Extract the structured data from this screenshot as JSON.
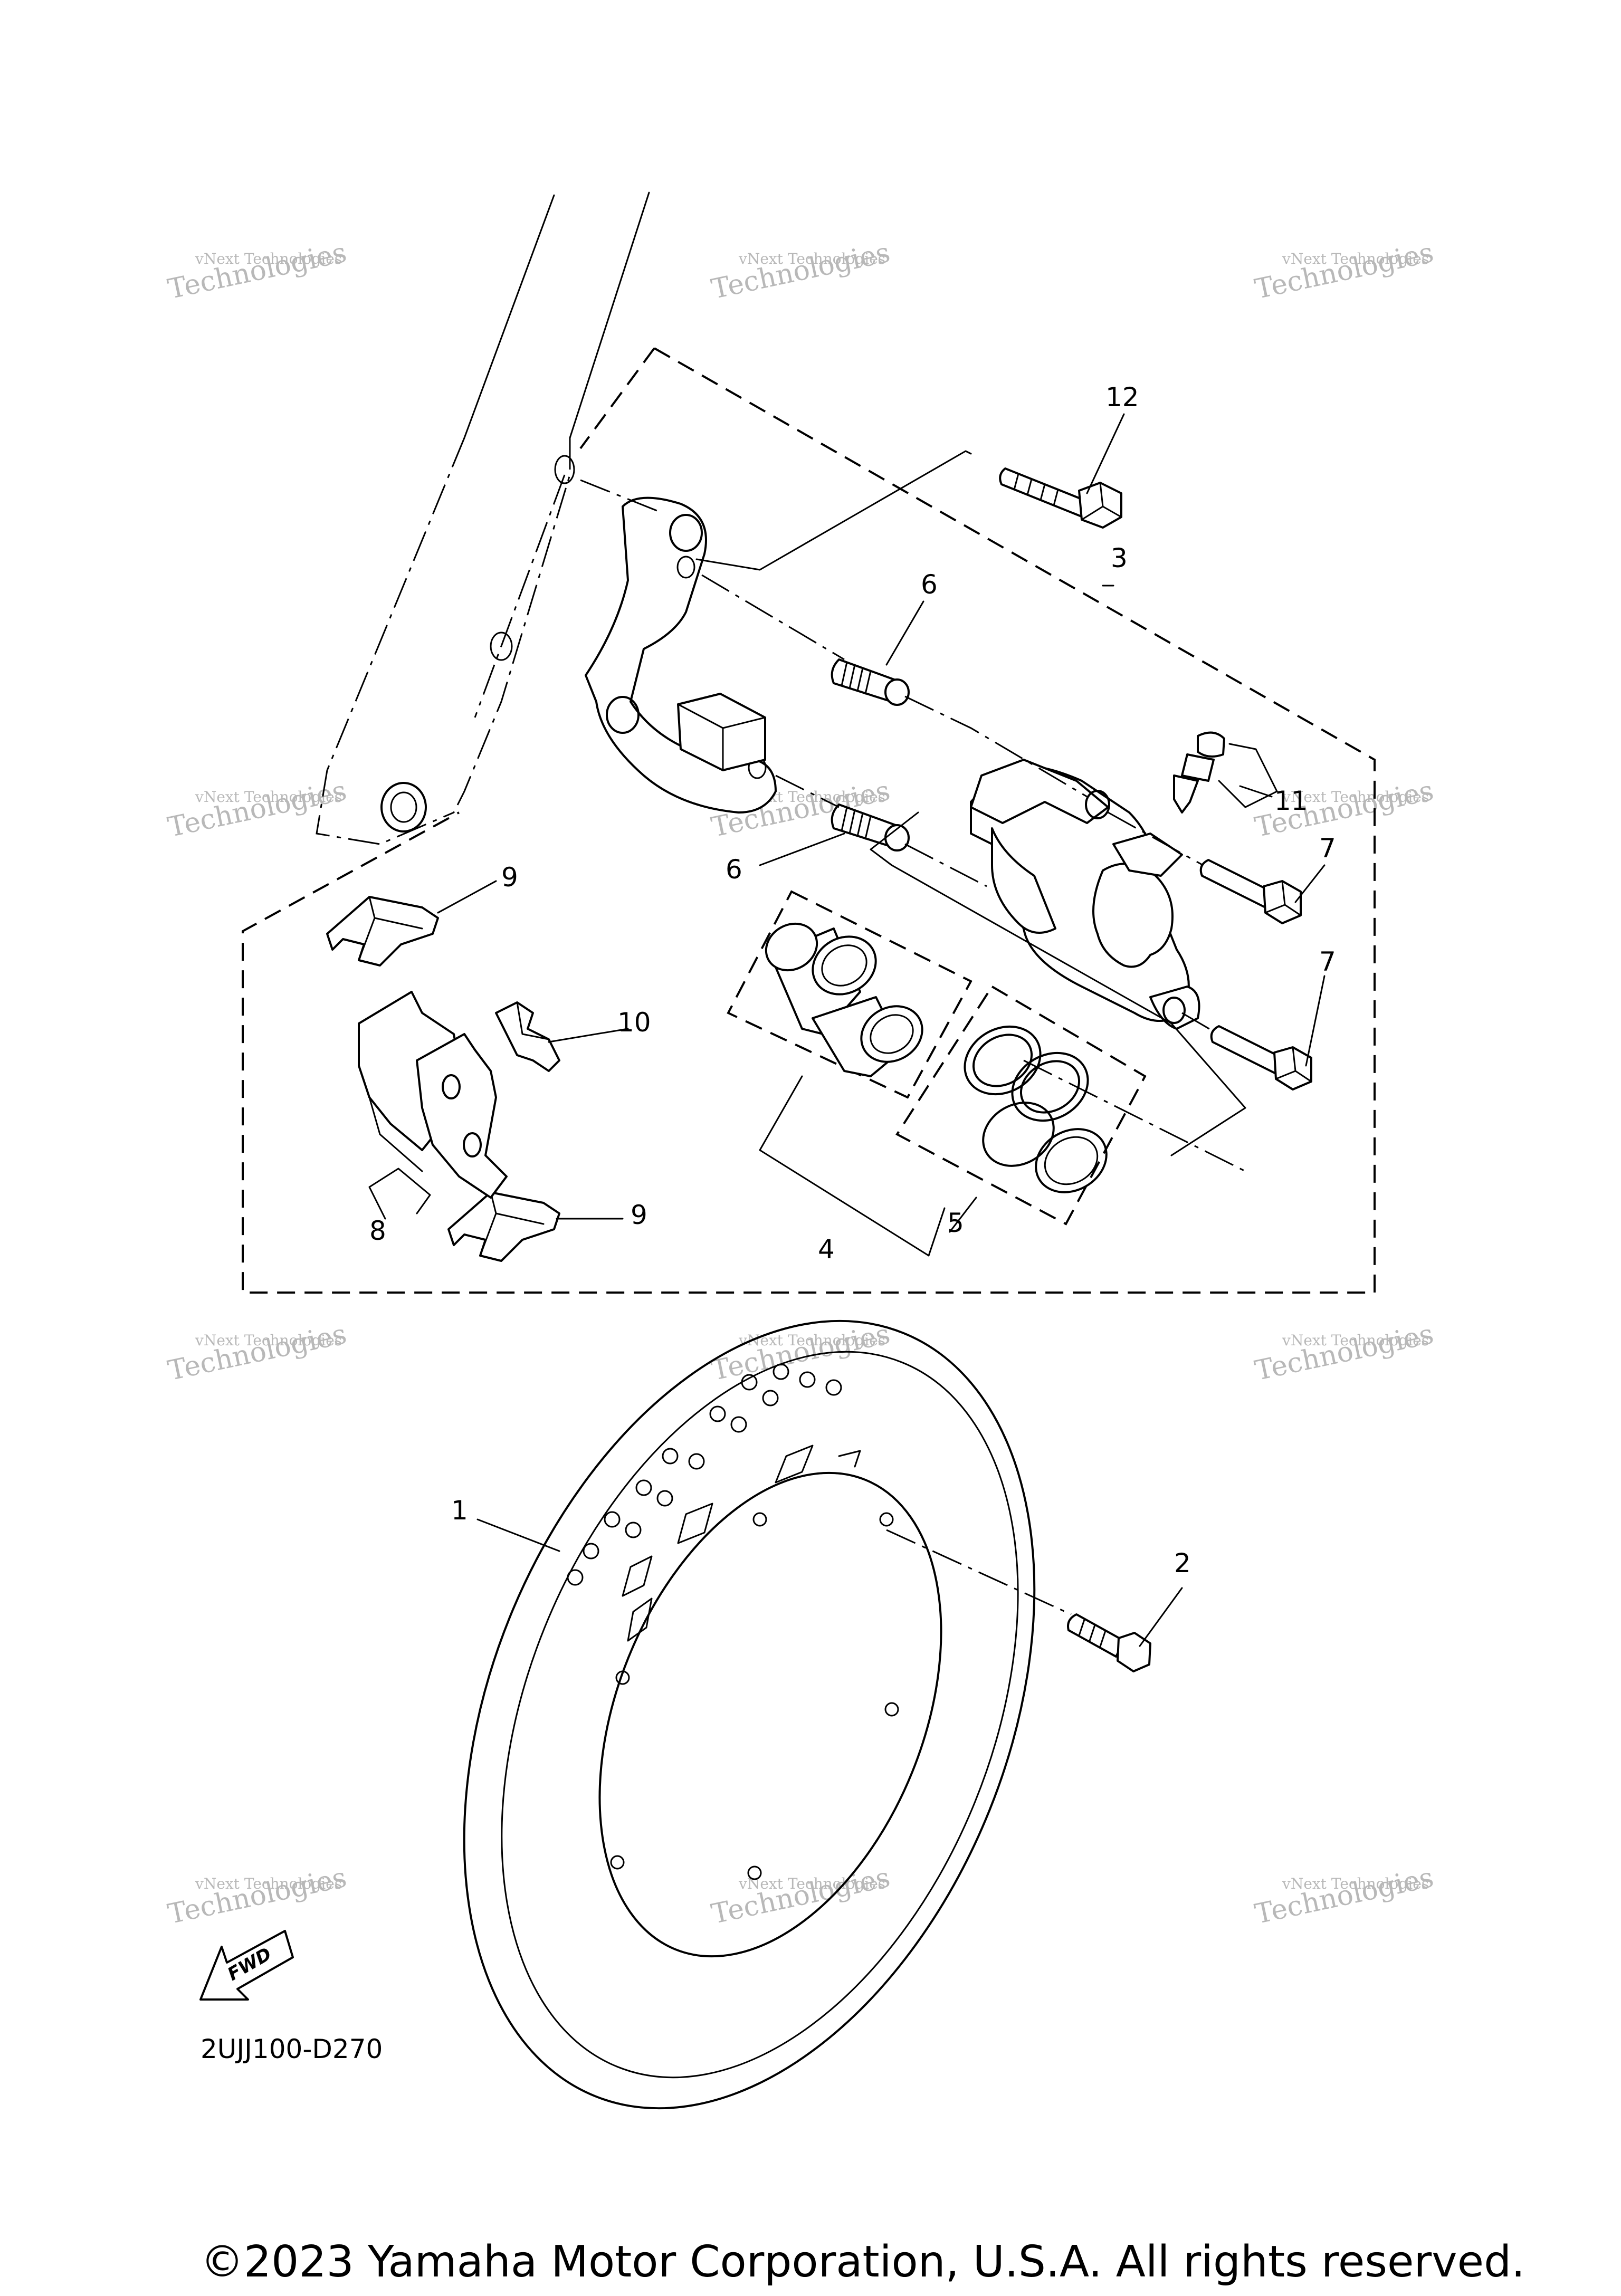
{
  "callouts": {
    "c1": "1",
    "c2": "2",
    "c3": "3",
    "c4": "4",
    "c5": "5",
    "c6a": "6",
    "c6b": "6",
    "c7a": "7",
    "c7b": "7",
    "c8": "8",
    "c9a": "9",
    "c9b": "9",
    "c10": "10",
    "c11": "11",
    "c12": "12"
  },
  "watermark": {
    "line1": "vNext Technologies",
    "line2": "Technologies"
  },
  "fwd_label": "FWD",
  "diagram_code": "2UJJ100-D270",
  "copyright": "©2023 Yamaha Motor Corporation, U.S.A. All rights reserved."
}
